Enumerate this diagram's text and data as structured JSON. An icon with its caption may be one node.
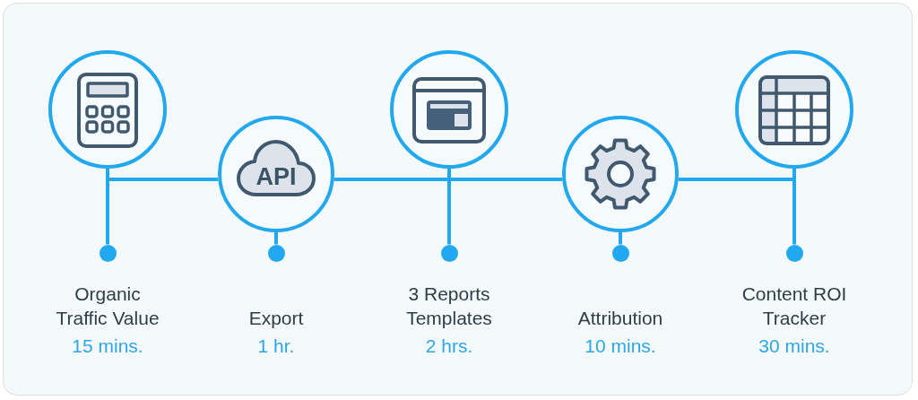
{
  "diagram": {
    "nodes": [
      {
        "text": [],
        "shape": "circle"
      },
      {
        "text": [
          "API"
        ]
      },
      {
        "text": [],
        "shape": "circle"
      },
      {
        "text": [],
        "shape": "circle"
      },
      {
        "text": [],
        "shape": "circle"
      },
      {
        "text": [],
        "shape": "circle",
        "beside": [
          "Organic Traffic Value",
          "15 mins."
        ]
      },
      {
        "text": [],
        "shape": "circle",
        "beside": [
          "Export",
          "1 hr."
        ]
      },
      {
        "text": [],
        "shape": "circle",
        "beside": [
          "3 Reports Templates",
          "2 hrs."
        ]
      },
      {
        "text": [],
        "shape": "circle",
        "beside": [
          "Attribution",
          "10 mins."
        ]
      },
      {
        "text": [],
        "shape": "circle",
        "beside": [
          "Content ROI Tracker",
          "30 mins."
        ]
      }
    ],
    "edges": [
      {
        "from": 0,
        "to": 5,
        "arrow": "none"
      },
      {
        "from": 0,
        "to": 1,
        "arrow": "none"
      },
      {
        "from": 1,
        "to": 6,
        "arrow": "none"
      },
      {
        "from": 1,
        "to": 2,
        "arrow": "none"
      },
      {
        "from": 2,
        "to": 7,
        "arrow": "none"
      },
      {
        "from": 2,
        "to": 3,
        "arrow": "none"
      },
      {
        "from": 3,
        "to": 8,
        "arrow": "none"
      },
      {
        "from": 3,
        "to": 4,
        "arrow": "none"
      },
      {
        "from": 4,
        "to": 9,
        "arrow": "none"
      }
    ]
  }
}
